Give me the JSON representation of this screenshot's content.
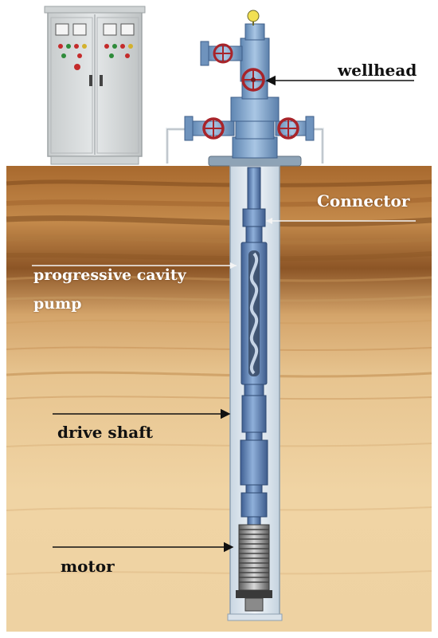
{
  "labels": {
    "wellhead": "wellhead",
    "connector": "Connector",
    "pump_line1": "progressive cavity",
    "pump_line2": "pump",
    "drive_shaft": "drive shaft",
    "motor": "motor"
  },
  "colors": {
    "sky": "#ffffff",
    "soil_dark": "#8a5424",
    "soil_light": "#efd2a0",
    "wellhead_blue": "#7fa6cc",
    "valve_red": "#a8242a",
    "cabinet_gray": "#d9dcdd",
    "pipe_blue": "#6f8fbf",
    "casing": "#dfe8f0"
  }
}
